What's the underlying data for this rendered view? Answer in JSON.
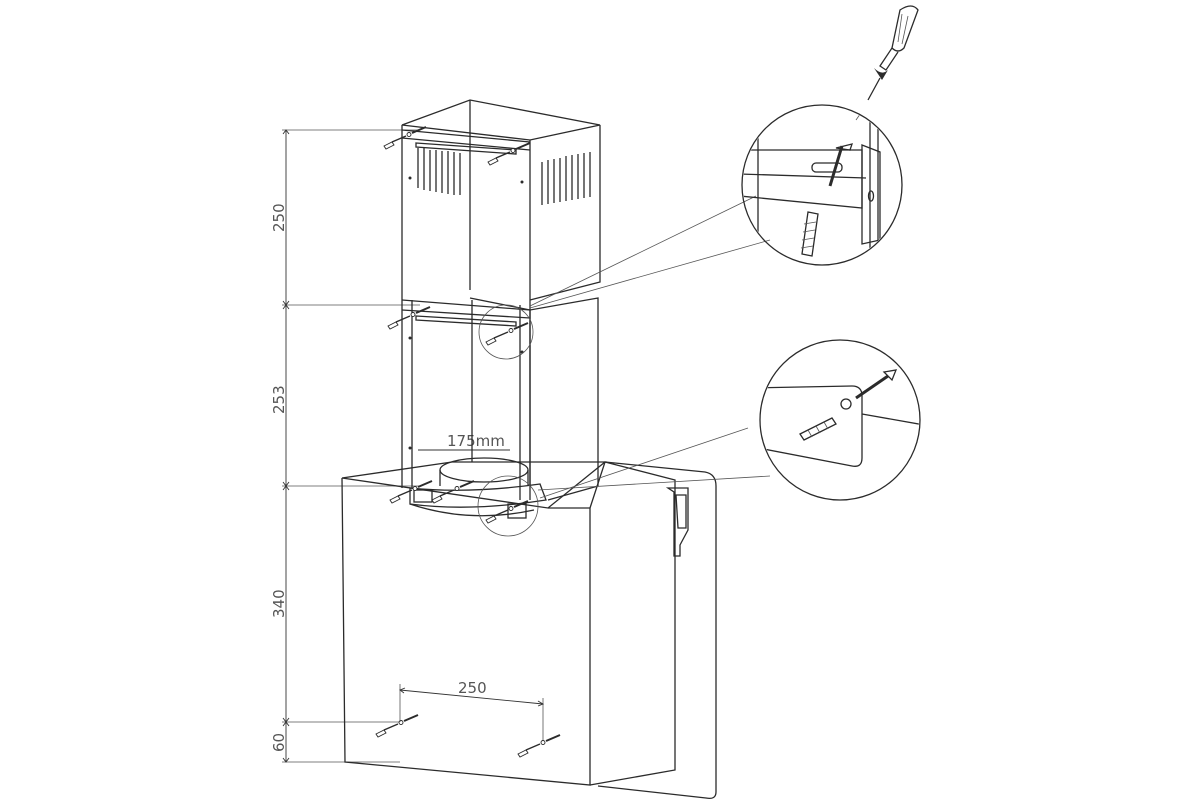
{
  "diagram": {
    "dimensions": {
      "height_top": "250",
      "height_middle": "253",
      "height_lower": "340",
      "height_bottom": "60",
      "duct_width": "175mm",
      "screw_spacing": "250"
    },
    "icons": {
      "screwdriver": "screwdriver-icon",
      "wall_plug": "wall-plug-icon",
      "screw": "screw-icon"
    },
    "colors": {
      "line": "#2b2b2b",
      "dimension": "#555555",
      "background": "#ffffff"
    }
  }
}
